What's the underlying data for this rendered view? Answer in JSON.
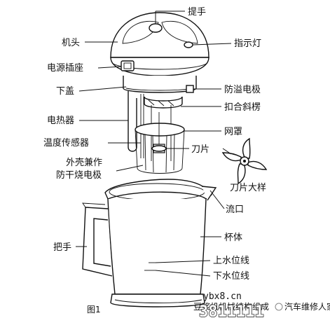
{
  "labels": {
    "handle_top": "提手",
    "head": "机头",
    "indicator": "指示灯",
    "power_socket": "电源插座",
    "lower_cover": "下盖",
    "overflow_electrode": "防溢电极",
    "snap_rib": "扣合斜楞",
    "heater": "电热器",
    "mesh_cover": "网罩",
    "temp_sensor": "温度传感器",
    "blade": "刀片",
    "shell_line1": "外壳兼作",
    "shell_line2": "防干烧电极",
    "blade_enlarged": "刀片大样",
    "spout": "流口",
    "cup_body": "杯体",
    "handle_side": "把手",
    "upper_water_line": "上水位线",
    "lower_water_line": "下水位线"
  },
  "figure": {
    "number": "图1",
    "caption": "豆浆机机械结构组成"
  },
  "watermark": {
    "site": "ybx8.cn",
    "numbers": "3811111",
    "account": "汽车维修人家"
  }
}
